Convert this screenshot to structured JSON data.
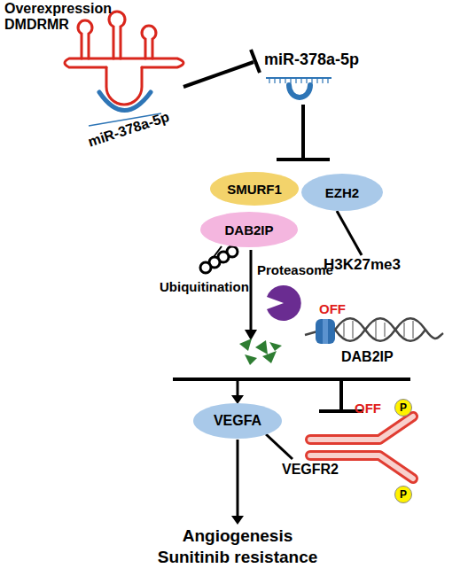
{
  "diagram": {
    "nodes": [
      {
        "text": [
          "SMURF1"
        ]
      },
      {
        "text": [
          "EZH2"
        ]
      },
      {
        "text": [
          "DAB2IP"
        ]
      },
      {
        "text": [
          "VEGFA"
        ]
      },
      {
        "text": [
          "P"
        ]
      },
      {
        "text": [
          "P"
        ]
      }
    ],
    "labels": [
      "Overexpression",
      "DMDRMR",
      "miR-378a-5p",
      "miR-378a-5p",
      "Ubiquitination",
      "Proteasome",
      "H3K27me3",
      "OFF",
      "DAB2IP",
      "OFF",
      "VEGFR2",
      "Angiogenesis",
      "Sunitinib resistance"
    ]
  }
}
